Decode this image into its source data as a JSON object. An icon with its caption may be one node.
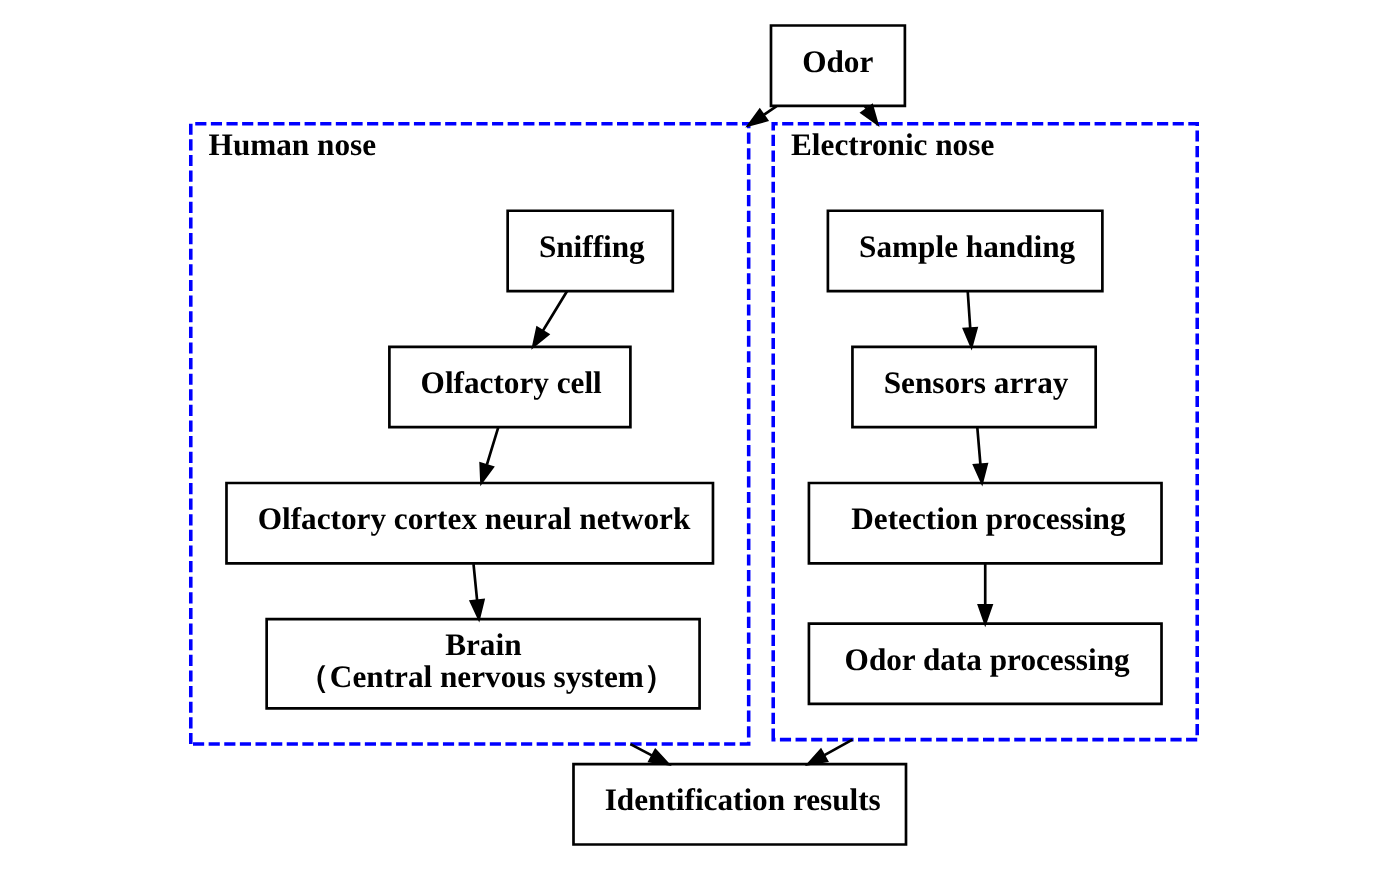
{
  "diagram": {
    "nodes": [
      {
        "text": [
          "Odor"
        ]
      },
      {
        "text": [
          "Human nose"
        ]
      },
      {
        "text": [
          "Sniffing"
        ],
        "in": 1
      },
      {
        "text": [
          "Olfactory cell"
        ],
        "in": 1
      },
      {
        "text": [
          "Olfactory cortex neural network"
        ],
        "in": 1
      },
      {
        "text": [
          "Brain",
          "（Central nervous system）"
        ],
        "in": 1
      },
      {
        "text": [
          "Electronic nose"
        ]
      },
      {
        "text": [
          "Sample handing"
        ],
        "in": 6
      },
      {
        "text": [
          "Sensors array"
        ],
        "in": 6
      },
      {
        "text": [
          "Detection processing"
        ],
        "in": 6
      },
      {
        "text": [
          "Odor data processing"
        ],
        "in": 6
      },
      {
        "text": [
          "Identification results"
        ]
      }
    ],
    "edges": [
      {
        "from": 0,
        "to": 1,
        "arrow": "to"
      },
      {
        "from": 0,
        "to": 6,
        "arrow": "to"
      },
      {
        "from": 2,
        "to": 3,
        "arrow": "to"
      },
      {
        "from": 3,
        "to": 4,
        "arrow": "to"
      },
      {
        "from": 4,
        "to": 5,
        "arrow": "to"
      },
      {
        "from": 7,
        "to": 8,
        "arrow": "to"
      },
      {
        "from": 8,
        "to": 9,
        "arrow": "to"
      },
      {
        "from": 9,
        "to": 10,
        "arrow": "to"
      },
      {
        "from": 1,
        "to": 11,
        "arrow": "to"
      },
      {
        "from": 6,
        "to": 11,
        "arrow": "to"
      }
    ]
  }
}
